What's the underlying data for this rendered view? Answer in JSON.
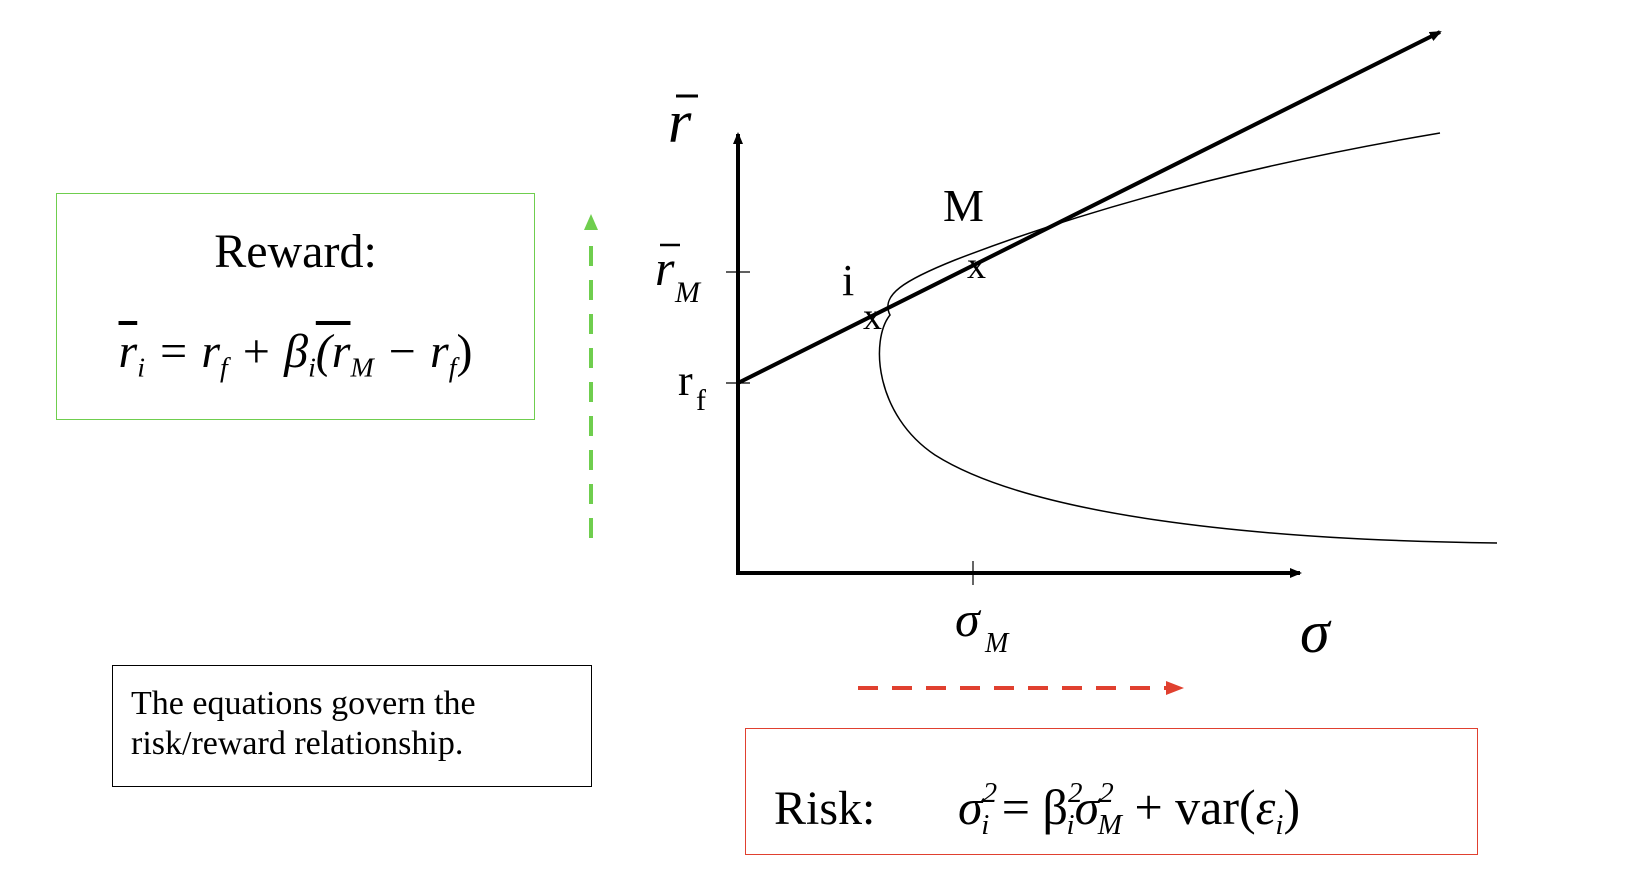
{
  "reward": {
    "title": "Reward:",
    "equation_lhs": "r",
    "equation_lhs_sub": "i",
    "equation_rhs_1": " = r",
    "equation_rhs_1_sub": "f",
    "equation_rhs_2": " + β",
    "equation_rhs_2_sub": "i",
    "equation_rhs_3": "(r",
    "equation_rhs_3_sub": "M",
    "equation_rhs_4": " − r",
    "equation_rhs_4_sub": "f",
    "equation_rhs_5": ")"
  },
  "note": {
    "line1": "The equations govern the",
    "line2": "risk/reward relationship."
  },
  "risk": {
    "label": "Risk:",
    "sigma": "σ",
    "sigma_sub": "i",
    "sigma_sup": "2",
    "eq": " = β",
    "beta_sub": "i",
    "beta_sup": "2",
    "sigma_m": "σ",
    "sigma_m_sub": "M",
    "sigma_m_sup": "2",
    "plus": " + ",
    "var": "var(",
    "epsilon": "ε",
    "epsilon_sub": "i",
    "close": ")"
  },
  "chart": {
    "y_axis_label": "r",
    "x_axis_label": "σ",
    "y_tick_rm": "r",
    "y_tick_rm_sub": "M",
    "y_tick_rf": "r",
    "y_tick_rf_sub": "f",
    "x_tick_sm": "σ",
    "x_tick_sm_sub": "M",
    "point_m_label": "M",
    "point_i_label": "i",
    "marker": "x"
  },
  "colors": {
    "reward_border": "#6fce4e",
    "risk_border": "#e0402f",
    "green_arrow": "#6fce4e",
    "red_arrow": "#e0402f"
  }
}
